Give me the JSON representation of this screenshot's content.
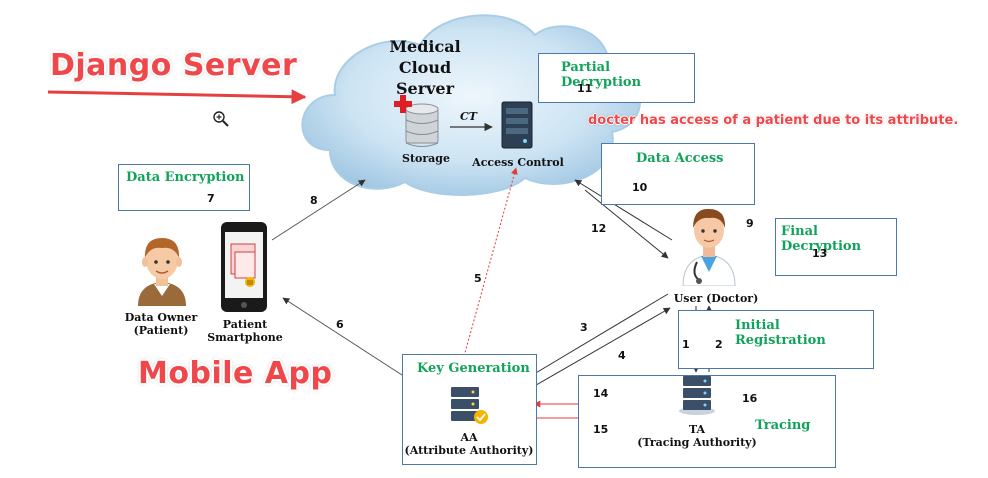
{
  "cloud": {
    "title_line1": "Medical",
    "title_line2": "Cloud Server",
    "storage_label": "Storage",
    "ct_label": "CT",
    "access_label": "Access Control"
  },
  "annotations": {
    "django": "Django Server",
    "mobile": "Mobile App",
    "note": "docter has access of a patient due to its attribute."
  },
  "boxes": {
    "partial": {
      "title": "Partial Decryption",
      "num": "11"
    },
    "encryption": {
      "title": "Data Encryption",
      "num": "7"
    },
    "access": {
      "title": "Data Access",
      "num": "10"
    },
    "final": {
      "title": "Final Decryption",
      "num": "13"
    },
    "registration": {
      "title": "Initial Registration"
    },
    "keygen": {
      "title": "Key Generation",
      "label_line1": "AA",
      "label_line2": "(Attribute Authority)"
    },
    "tracing": {
      "title": "Tracing",
      "label_line1": "TA",
      "label_line2": "(Tracing Authority)",
      "num": "16"
    }
  },
  "actors": {
    "owner_line1": "Data Owner",
    "owner_line2": "(Patient)",
    "phone_line1": "Patient",
    "phone_line2": "Smartphone",
    "doctor_label": "User (Doctor)",
    "doctor_num": "9"
  },
  "steps": {
    "s1": "1",
    "s2": "2",
    "s3": "3",
    "s4": "4",
    "s5": "5",
    "s6": "6",
    "s8": "8",
    "s12": "12",
    "s14": "14",
    "s15": "15"
  },
  "colors": {
    "green": "#12a35b",
    "red": "#f0474a",
    "box_border": "#4a78a8"
  }
}
